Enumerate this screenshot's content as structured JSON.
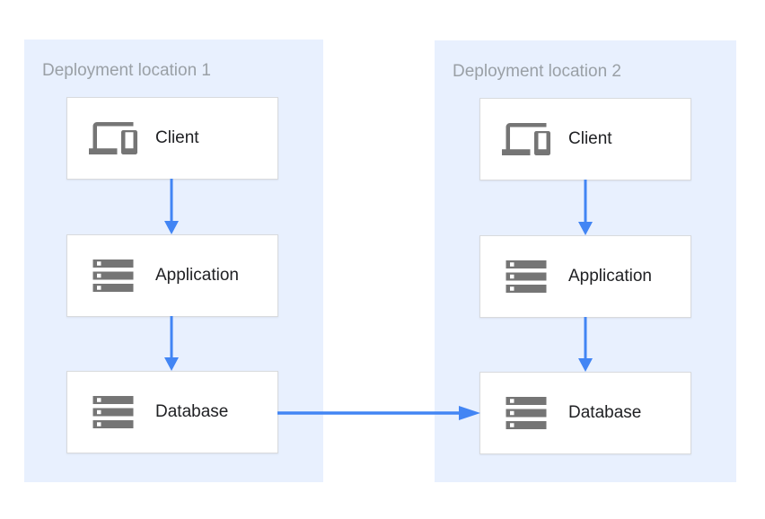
{
  "diagram": {
    "locations": [
      {
        "title": "Deployment location 1",
        "nodes": [
          {
            "label": "Client",
            "icon": "devices-icon"
          },
          {
            "label": "Application",
            "icon": "servers-icon"
          },
          {
            "label": "Database",
            "icon": "servers-icon"
          }
        ]
      },
      {
        "title": "Deployment location 2",
        "nodes": [
          {
            "label": "Client",
            "icon": "devices-icon"
          },
          {
            "label": "Application",
            "icon": "servers-icon"
          },
          {
            "label": "Database",
            "icon": "servers-icon"
          }
        ]
      }
    ],
    "connections": [
      {
        "from": "location-1 Client",
        "to": "location-1 Application",
        "direction": "down"
      },
      {
        "from": "location-1 Application",
        "to": "location-1 Database",
        "direction": "down"
      },
      {
        "from": "location-2 Client",
        "to": "location-2 Application",
        "direction": "down"
      },
      {
        "from": "location-2 Application",
        "to": "location-2 Database",
        "direction": "down"
      },
      {
        "from": "location-1 Database",
        "to": "location-2 Database",
        "direction": "right"
      }
    ]
  },
  "colors": {
    "container_bg": "#e8f0fe",
    "node_bg": "#ffffff",
    "node_border": "#d8dadd",
    "title_text": "#9aa0a6",
    "label_text": "#202124",
    "icon": "#757575",
    "arrow": "#4285f4"
  }
}
